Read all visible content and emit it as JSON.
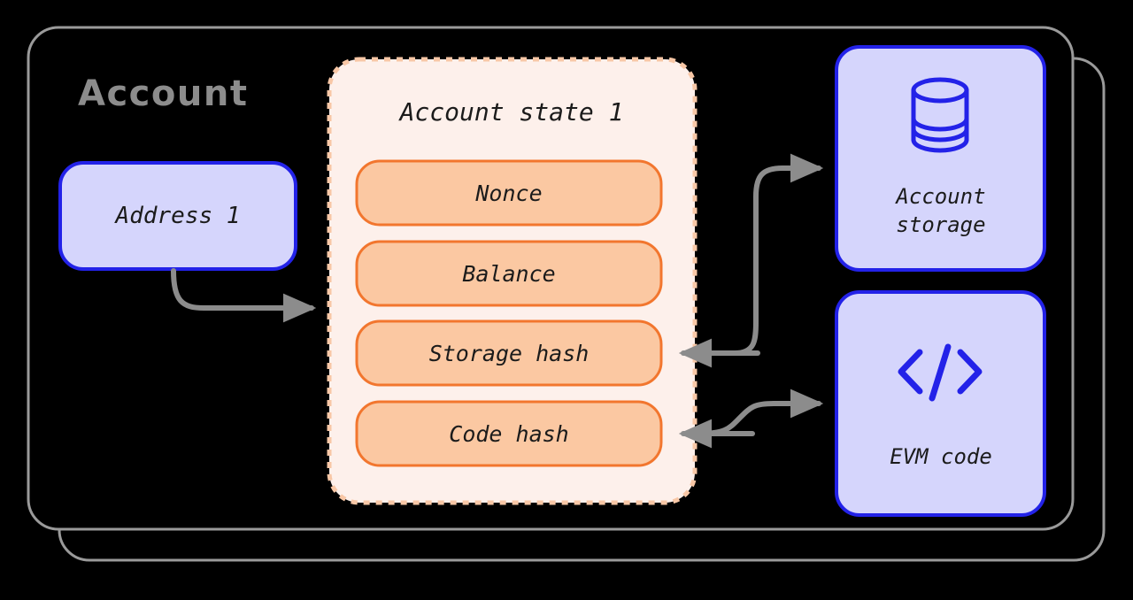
{
  "diagram": {
    "title": "Account",
    "outer_container": {
      "name": "account-container",
      "border_color": "#9a9a9a"
    },
    "address_node": {
      "label": "Address 1",
      "fill": "#d5d5fc",
      "border": "#2322e8"
    },
    "account_state": {
      "title": "Account state 1",
      "fill": "#fdf0eb",
      "border": "#f8c7a6",
      "border_style": "dashed",
      "fields": [
        {
          "label": "Nonce",
          "icon": ""
        },
        {
          "label": "Balance",
          "icon": ""
        },
        {
          "label": "Storage hash",
          "icon": ""
        },
        {
          "label": "Code hash",
          "icon": ""
        }
      ],
      "field_fill": "#fbc8a2",
      "field_border": "#f2762e"
    },
    "side_nodes": [
      {
        "id": "account-storage",
        "label_lines": [
          "Account",
          "storage"
        ],
        "icon": "database-icon",
        "fill": "#d5d5fc",
        "border": "#2322e8",
        "icon_color": "#2322e8"
      },
      {
        "id": "evm-code",
        "label_lines": [
          "EVM code"
        ],
        "icon": "code-brackets-icon",
        "fill": "#d5d5fc",
        "border": "#2322e8",
        "icon_color": "#2322e8"
      }
    ],
    "connectors": [
      {
        "name": "address-to-state",
        "from": "Address 1",
        "to": "Account state 1",
        "direction": "right"
      },
      {
        "name": "storage-hash-to-storage",
        "from": "Storage hash",
        "to": "Account storage",
        "direction": "right"
      },
      {
        "name": "storage-to-storage-hash",
        "from": "Account storage",
        "to": "Storage hash",
        "direction": "left"
      },
      {
        "name": "code-hash-to-evm",
        "from": "Code hash",
        "to": "EVM code",
        "direction": "right"
      },
      {
        "name": "evm-to-code-hash",
        "from": "EVM code",
        "to": "Code hash",
        "direction": "left"
      }
    ],
    "arrow_color": "#8c8c8c",
    "background": "#000000"
  }
}
